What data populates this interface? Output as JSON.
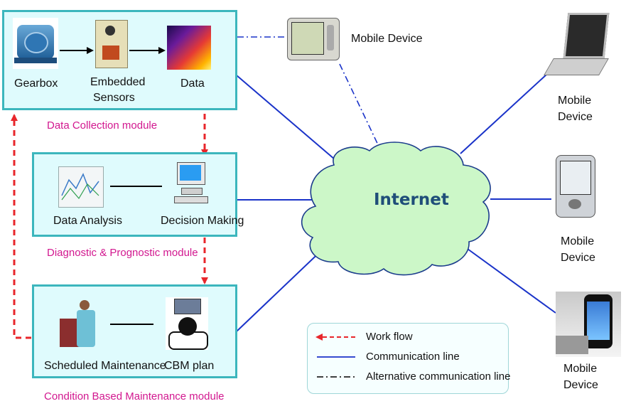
{
  "modules": {
    "collection": {
      "caption": "Data Collection module",
      "gearbox": "Gearbox",
      "sensors_line1": "Embedded",
      "sensors_line2": "Sensors",
      "data": "Data"
    },
    "diagnostic": {
      "caption": "Diagnostic & Prognostic  module",
      "analysis": "Data Analysis",
      "decision": "Decision Making"
    },
    "maintenance": {
      "caption": "Condition Based Maintenance module",
      "scheduled": "Scheduled Maintenance",
      "cbm": "CBM plan"
    }
  },
  "internet": "Internet",
  "devices": {
    "top": "Mobile Device",
    "laptop_line1": "Mobile",
    "laptop_line2": "Device",
    "pda_line1": "Mobile",
    "pda_line2": "Device",
    "phone_line1": "Mobile",
    "phone_line2": "Device"
  },
  "legend": {
    "workflow": "Work flow",
    "communication": "Communication line",
    "alternative": "Alternative communication line"
  },
  "colors": {
    "box_fill": "#dffbfd",
    "box_border": "#3cb6bd",
    "caption": "#d2178f",
    "workflow": "#e8262b",
    "comm_line": "#1a33c9",
    "cloud_fill": "#ccf7c8",
    "cloud_stroke": "#1b3c8c"
  }
}
